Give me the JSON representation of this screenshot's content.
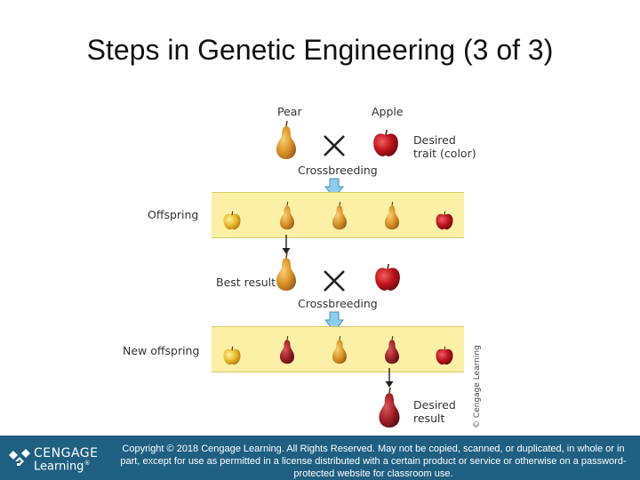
{
  "slide": {
    "title": "Steps in Genetic Engineering (3 of 3)"
  },
  "diagram": {
    "pear_label": "Pear",
    "apple_label": "Apple",
    "desired_trait_line1": "Desired",
    "desired_trait_line2": "trait (color)",
    "crossbreeding_1": "Crossbreeding",
    "offspring_label": "Offspring",
    "best_result_label": "Best result",
    "crossbreeding_2": "Crossbreeding",
    "new_offspring_label": "New offspring",
    "desired_result_line1": "Desired",
    "desired_result_line2": "result",
    "image_credit": "© Cengage Learning",
    "colors": {
      "band": "#fbf0a6",
      "pear": "#d9962a",
      "apple": "#c0131c",
      "red_pear": "#a3232a",
      "yellow_apple": "#e8b52a",
      "arrow": "#7fc4ea"
    }
  },
  "footer": {
    "logo_line1": "CENGAGE",
    "logo_line2": "Learning",
    "logo_mark": "®",
    "copyright": "Copyright © 2018 Cengage Learning. All Rights Reserved. May not be copied, scanned, or duplicated, in whole or in part, except for use as permitted in a license distributed with a certain product or service or otherwise on a password-protected website for classroom use."
  }
}
